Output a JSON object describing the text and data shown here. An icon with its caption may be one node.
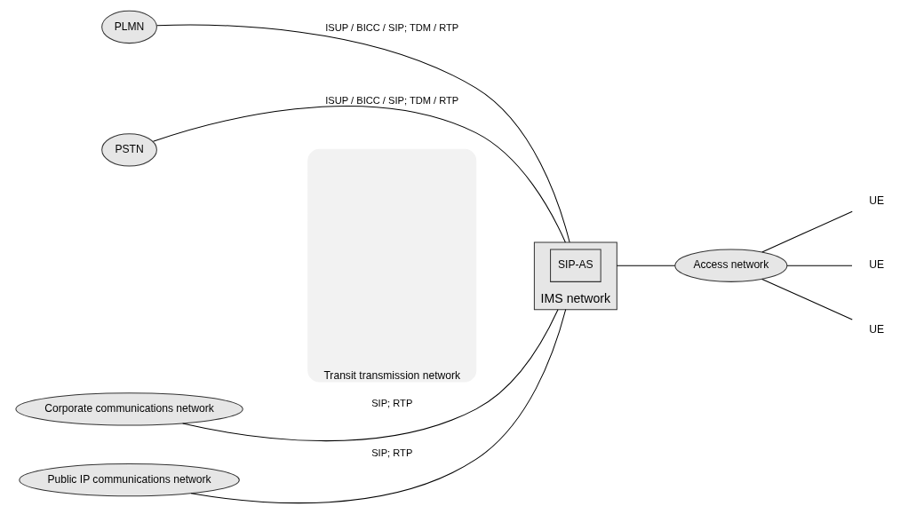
{
  "diagram": {
    "nodes": [
      {
        "text": [
          "PSTN"
        ]
      },
      {
        "text": [
          "PLMN"
        ]
      },
      {
        "text": [
          "Public IP communications network"
        ]
      },
      {
        "text": [
          "Corporate communications network"
        ]
      },
      {
        "text": [
          "Transit transmission network"
        ]
      },
      {
        "text": [
          "IMS network"
        ]
      },
      {
        "text": [
          "SIP-AS"
        ],
        "in": 5
      },
      {
        "text": [
          "Access network"
        ]
      },
      {
        "text": [
          "UE"
        ]
      },
      {
        "text": [
          "UE"
        ]
      },
      {
        "text": [
          "UE"
        ]
      }
    ],
    "edges": [
      {
        "from": 0,
        "to": 5,
        "arrow": "none",
        "label": "ISUP / BICC / SIP; TDM / RTP"
      },
      {
        "from": 1,
        "to": 5,
        "arrow": "none",
        "label": "ISUP / BICC / SIP; TDM / RTP"
      },
      {
        "from": 2,
        "to": 5,
        "arrow": "none",
        "label": "SIP; RTP"
      },
      {
        "from": 3,
        "to": 5,
        "arrow": "none",
        "label": "SIP; RTP"
      },
      {
        "from": 5,
        "to": 7,
        "arrow": "none"
      },
      {
        "from": 7,
        "to": 8,
        "arrow": "none"
      },
      {
        "from": 7,
        "to": 9,
        "arrow": "none"
      },
      {
        "from": 7,
        "to": 10,
        "arrow": "none"
      }
    ]
  }
}
